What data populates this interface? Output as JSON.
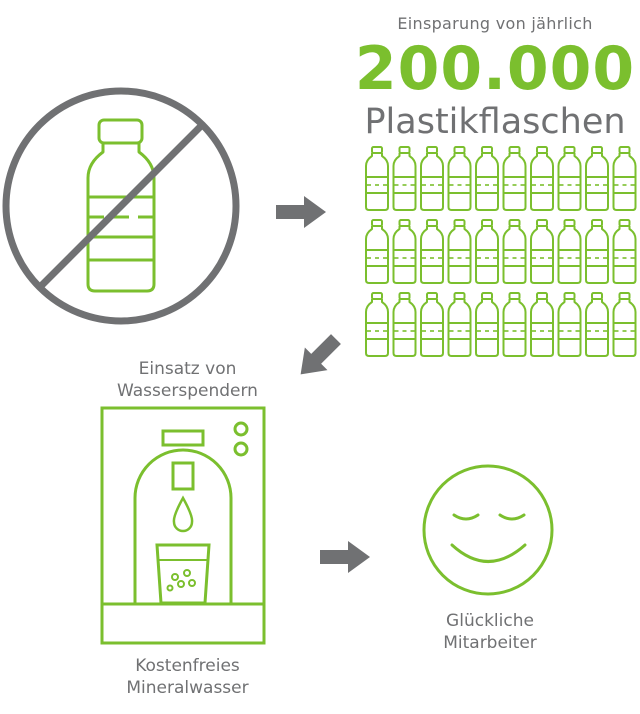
{
  "savings": {
    "intro": "Einsparung von jährlich",
    "amount": "200.000",
    "unit": "Plastikflaschen"
  },
  "dispenser": {
    "label_line1": "Einsatz von",
    "label_line2": "Wasserspendern"
  },
  "water": {
    "label_line1": "Kostenfreies",
    "label_line2": "Mineralwasser"
  },
  "happy": {
    "label_line1": "Glückliche",
    "label_line2": "Mitarbeiter"
  },
  "colors": {
    "accent": "#7bbf2e",
    "gray": "#707173"
  },
  "icons": [
    "no-plastic-bottle-icon",
    "arrow-right-icon",
    "arrow-down-left-icon",
    "water-dispenser-icon",
    "arrow-right-icon",
    "smiley-face-icon",
    "bottle-icon"
  ]
}
